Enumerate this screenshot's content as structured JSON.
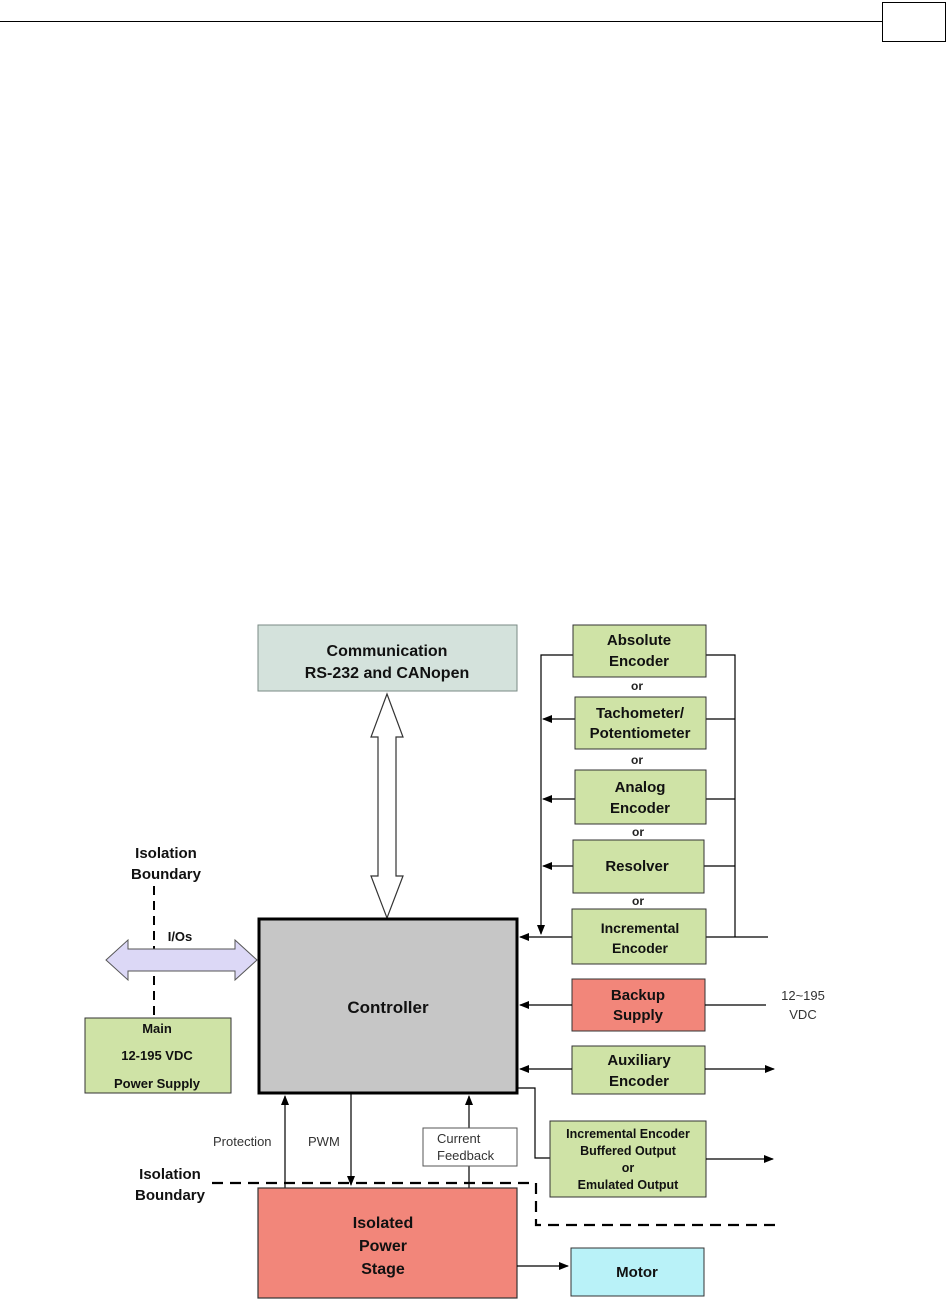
{
  "header": {
    "page_number": ""
  },
  "colors": {
    "green_block": "#cfe3a6",
    "red_block": "#f2867a",
    "gray_block": "#c6c6c6",
    "comm_block": "#d4e2dc",
    "motor_block": "#b9f2f8",
    "io_arrow": "#dcd8f6"
  },
  "diagram": {
    "communication": {
      "line1": "Communication",
      "line2": "RS-232 and CANopen"
    },
    "controller": "Controller",
    "io_label": "I/Os",
    "isolation_top": {
      "line1": "Isolation",
      "line2": "Boundary"
    },
    "isolation_bottom": {
      "line1": "Isolation",
      "line2": "Boundary"
    },
    "main_supply": {
      "line1": "Main",
      "line2": "12-195 VDC",
      "line3": "Power Supply"
    },
    "feedback_devices": [
      {
        "line1": "Absolute",
        "line2": "Encoder"
      },
      {
        "line1": "Tachometer/",
        "line2": "Potentiometer"
      },
      {
        "line1": "Analog",
        "line2": "Encoder"
      },
      {
        "line1": "Resolver",
        "line2": ""
      },
      {
        "line1": "Incremental",
        "line2": "Encoder"
      }
    ],
    "or_label": "or",
    "backup_supply": {
      "line1": "Backup",
      "line2": "Supply"
    },
    "backup_voltage": {
      "line1": "12~195",
      "line2": "VDC"
    },
    "auxiliary_encoder": {
      "line1": "Auxiliary",
      "line2": "Encoder"
    },
    "buffered_output": {
      "line1": "Incremental Encoder",
      "line2": "Buffered Output",
      "line3": "or",
      "line4": "Emulated Output"
    },
    "protection": "Protection",
    "pwm": "PWM",
    "current_feedback": {
      "line1": "Current",
      "line2": "Feedback"
    },
    "power_stage": {
      "line1": "Isolated",
      "line2": "Power",
      "line3": "Stage"
    },
    "motor": "Motor"
  }
}
